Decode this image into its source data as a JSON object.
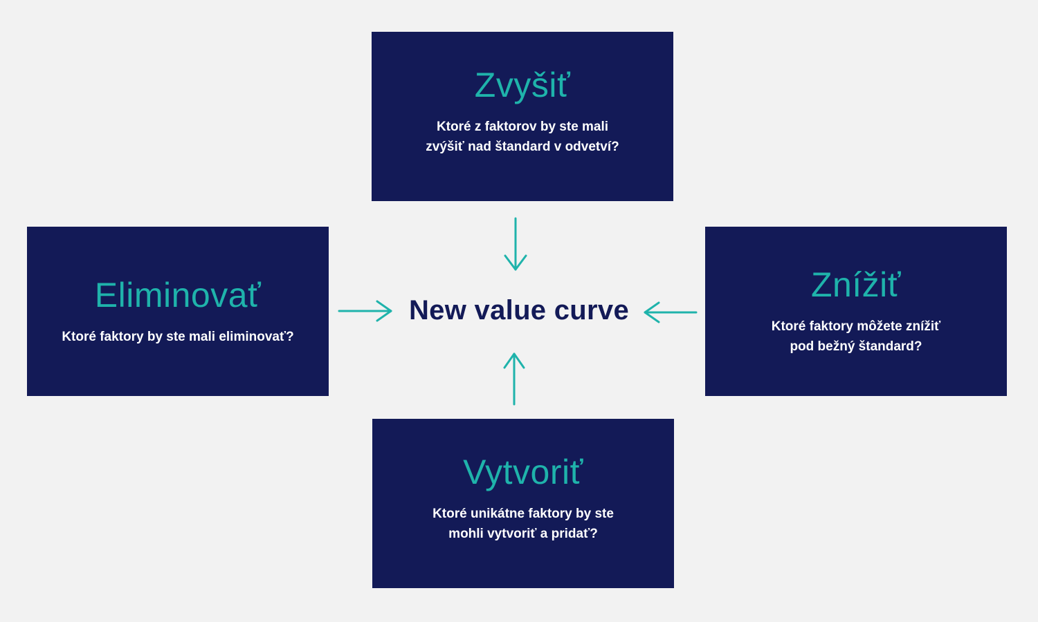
{
  "colors": {
    "background": "#f2f2f2",
    "box": "#131a57",
    "accent": "#1fb3ab",
    "text_on_box": "#ffffff",
    "center_text": "#131a57"
  },
  "center": {
    "label": "New value curve"
  },
  "boxes": {
    "top": {
      "title": "Zvyšiť",
      "description": "Ktoré z faktorov by ste mali\nzvýšiť nad štandard v odvetví?"
    },
    "left": {
      "title": "Eliminovať",
      "description": "Ktoré faktory by ste mali eliminovať?"
    },
    "right": {
      "title": "Znížiť",
      "description": "Ktoré faktory môžete znížiť\npod bežný štandard?"
    },
    "bottom": {
      "title": "Vytvoriť",
      "description": "Ktoré unikátne faktory by ste\nmohli vytvoriť a pridať?"
    }
  },
  "icons": {
    "arrow_top": "arrow-down-icon",
    "arrow_left": "arrow-right-icon",
    "arrow_right": "arrow-left-icon",
    "arrow_bottom": "arrow-up-icon"
  }
}
